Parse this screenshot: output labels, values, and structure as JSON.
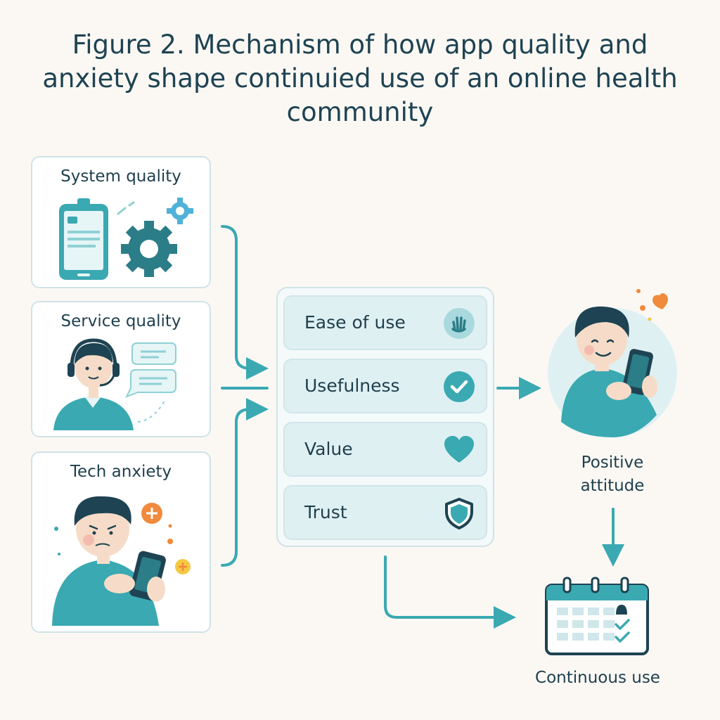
{
  "title": "Figure 2. Mechanism of how app quality and anxiety shape continuied use of an online health community",
  "inputs": {
    "system_quality": "System quality",
    "service_quality": "Service quality",
    "tech_anxiety": "Tech anxiety"
  },
  "mediators": {
    "ease_of_use": "Ease of use",
    "usefulness": "Usefulness",
    "value": "Value",
    "trust": "Trust"
  },
  "outcomes": {
    "positive_attitude": "Positive attitude",
    "continuous_use": "Continuous use"
  },
  "colors": {
    "accent": "#3aa9b2",
    "dark_teal": "#2b7d88",
    "navy": "#1e4352",
    "orange": "#f08a3c"
  }
}
